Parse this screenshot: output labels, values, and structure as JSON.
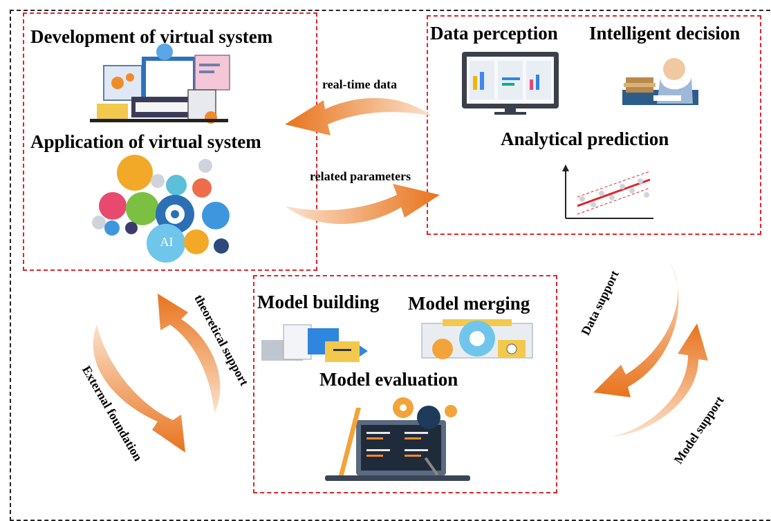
{
  "top_left_panel": {
    "title_top": "Development of virtual system",
    "title_bottom": "Application of virtual system"
  },
  "top_right_panel": {
    "title_left": "Data perception",
    "title_right": "Intelligent decision",
    "title_middle": "Analytical prediction"
  },
  "bottom_panel": {
    "title_left": "Model building",
    "title_right": "Model merging",
    "title_middle": "Model evaluation"
  },
  "arrows": {
    "real_time_data": "real-time data",
    "related_parameters": "related parameters",
    "theoretical_support": "theoretical support",
    "external_foundation": "External foundation",
    "data_support": "Data support",
    "model_support": "Model support"
  },
  "icons": {
    "gear_ai_label": "AI"
  },
  "colors": {
    "panel_border": "#e0232a",
    "outer_border": "#222222",
    "arrow_orange": "#e8731c"
  }
}
